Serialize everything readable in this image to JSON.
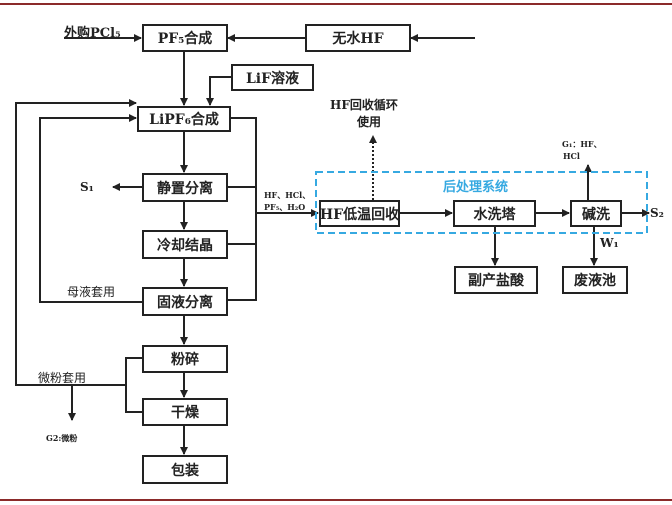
{
  "diagram": {
    "title_region": "后处理系统",
    "nodes": {
      "pf5": "PF₅合成",
      "hf": "无水HF",
      "lif": "LiF溶液",
      "lipf6": "LiPF₆合成",
      "settle": "静置分离",
      "cool": "冷却结晶",
      "solid_liquid": "固液分离",
      "crush": "粉碎",
      "dry": "干燥",
      "pack": "包装",
      "hf_recover": "HF低温回收",
      "water_tower": "水洗塔",
      "alkali": "碱洗",
      "hcl_byproduct": "副产盐酸",
      "waste_pool": "废液池"
    },
    "labels": {
      "pcl5_in": "外购PCl₅",
      "s1": "S₁",
      "s2": "S₂",
      "w1": "W₁",
      "g1": "G₁：HF、",
      "g1_b": "HCl",
      "g2": "G2:微粉",
      "mother_liquor": "母液套用",
      "fine_powder": "微粉套用",
      "hf_recycle_1": "HF回收循环",
      "hf_recycle_2": "使用",
      "gas_1": "HF、HCl、",
      "gas_2": "PF₅、H₂O"
    },
    "colors": {
      "line": "#222222",
      "dashed_box": "#36a9e1",
      "rule": "#8b2a2a"
    }
  }
}
